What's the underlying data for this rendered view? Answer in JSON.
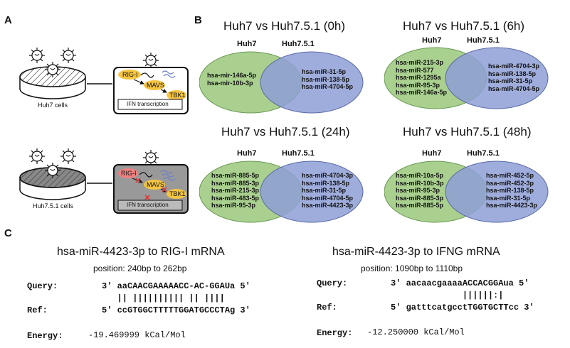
{
  "panels": {
    "a": "A",
    "b": "B",
    "c": "C"
  },
  "panel_a": {
    "top": {
      "cell_label": "Huh7 cells",
      "rig": "RIG-I",
      "mavs": "MAVS",
      "tbk": "TBK1",
      "ifn": "IFN transcription"
    },
    "bottom": {
      "cell_label": "Huh7.5.1 cells",
      "rig": "RIG-I",
      "mavs": "MAVS",
      "tbk": "TBK1",
      "ifn": "IFN transcription"
    }
  },
  "venns": [
    {
      "title": "Huh7 vs Huh7.5.1 (0h)",
      "left_label": "Huh7",
      "right_label": "Huh7.5.1",
      "left_items": [
        "hsa-mir-146a-5p",
        "hsa-mir-10b-3p"
      ],
      "right_items": [
        "hsa-miR-31-5p",
        "hsa-miR-138-5p",
        "hsa-miR-4704-5p"
      ]
    },
    {
      "title": "Huh7 vs Huh7.5.1 (6h)",
      "left_label": "Huh7",
      "right_label": "Huh7.5.1",
      "left_items": [
        "hsa-miR-215-3p",
        "hsa-miR-577",
        "hsa-miR-1295a",
        "hsa-miR-95-3p",
        "hsa-miR-146a-5p"
      ],
      "right_items": [
        "hsa-miR-4704-3p",
        "hsa-miR-138-5p",
        "hsa-miR-31-5p",
        "hsa-miR-4704-5p"
      ]
    },
    {
      "title": "Huh7 vs Huh7.5.1 (24h)",
      "left_label": "Huh7",
      "right_label": "Huh7.5.1",
      "left_items": [
        "hsa-miR-885-5p",
        "hsa-miR-885-3p",
        "hsa-miR-215-3p",
        "hsa-miR-483-5p",
        "hsa-miR-95-3p"
      ],
      "right_items": [
        "hsa-miR-4704-3p",
        "hsa-miR-138-5p",
        "hsa-miR-31-5p",
        "hsa-miR-4704-5p",
        "hsa-miR-4423-3p"
      ]
    },
    {
      "title": "Huh7 vs Huh7.5.1 (48h)",
      "left_label": "Huh7",
      "right_label": "Huh7.5.1",
      "left_items": [
        "hsa-miR-10a-5p",
        "hsa-miR-10b-3p",
        "hsa-miR-95-3p",
        "hsa-miR-885-3p",
        "hsa-miR-885-5p"
      ],
      "right_items": [
        "hsa-miR-452-5p",
        "hsa-miR-452-3p",
        "hsa-miR-138-5p",
        "hsa-miR-31-5p",
        "hsa-miR-4423-3p"
      ]
    }
  ],
  "alignments": [
    {
      "title": "hsa-miR-4423-3p to RIG-I mRNA",
      "position": "position: 240bp to 262bp",
      "query_label": "Query:",
      "query": "3' aaCAACGAAAAACC-AC-GGAUa 5'",
      "match": "   || |||||||||| || ||||",
      "ref_label": "Ref:",
      "ref": "5' ccGTGGCTTTTTGGATGCCCTAg 3'",
      "energy_label": "Energy:",
      "energy": "-19.469999 kCal/Mol"
    },
    {
      "title": "hsa-miR-4423-3p to IFNG mRNA",
      "position": "position: 1090bp to 1110bp",
      "query_label": "Query:",
      "query": "3' aacaacgaaaaACCACGGAua 5'",
      "match": "              ||||||:|",
      "ref_label": "Ref:",
      "ref": "5' gatttcatgcctTGGTGCTTcc 3'",
      "energy_label": "Energy:",
      "energy": "-12.250000 kCal/Mol"
    }
  ],
  "colors": {
    "left_circle": "#a9d08e",
    "right_circle": "#8e9fd6",
    "overlap": "#7f9fb5",
    "protein": "#f5c542",
    "rig_inactive": "#f08080",
    "x_mark": "#e03a3a"
  }
}
